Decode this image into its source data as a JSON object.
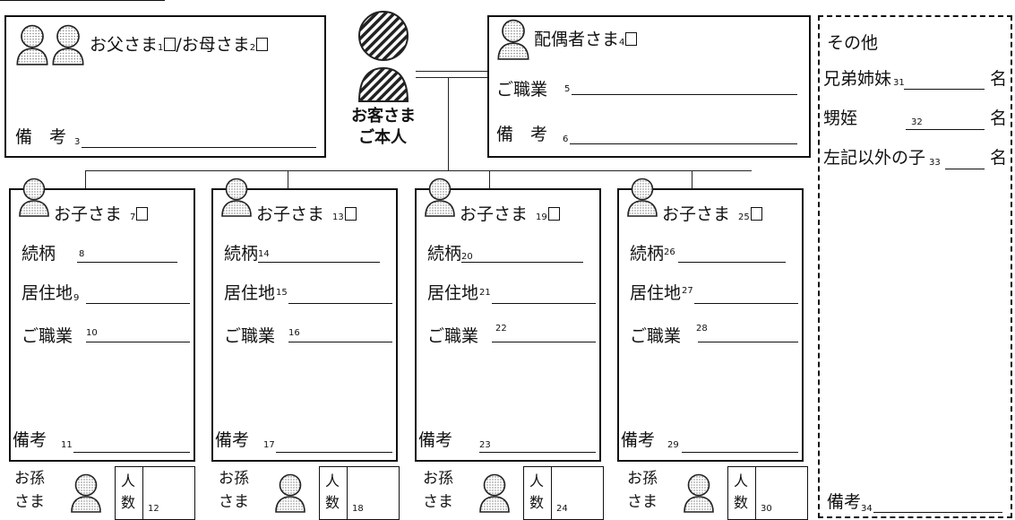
{
  "parents": {
    "title": "お父さま",
    "num1": "1",
    "sep": "/お母さま",
    "num2": "2",
    "remarks_label": "備　考",
    "remarks_num": "3"
  },
  "self": {
    "line1": "お客さま",
    "line2": "ご本人"
  },
  "spouse": {
    "title": "配偶者さま",
    "num": "4",
    "job_label": "ご職業",
    "job_num": "5",
    "remarks_label": "備　考",
    "remarks_num": "6"
  },
  "other": {
    "title": "その他",
    "siblings_label": "兄弟姉妹",
    "siblings_num": "31",
    "nephews_label": "甥姪",
    "nephews_num": "32",
    "others_label": "左記以外の子",
    "others_num": "33",
    "unit": "名",
    "remarks_label": "備考",
    "remarks_num": "34"
  },
  "children": [
    {
      "title": "お子さま",
      "num": "7",
      "rel_label": "続柄",
      "rel_num": "8",
      "res_label": "居住地",
      "res_num": "9",
      "job_label": "ご職業",
      "job_num": "10",
      "remarks_label": "備考",
      "remarks_num": "11",
      "gc_label1": "お孫",
      "gc_label2": "さま",
      "count1": "人",
      "count2": "数",
      "count_num": "12"
    },
    {
      "title": "お子さま",
      "num": "13",
      "rel_label": "続柄",
      "rel_num": "14",
      "res_label": "居住地",
      "res_num": "15",
      "job_label": "ご職業",
      "job_num": "16",
      "remarks_label": "備考",
      "remarks_num": "17",
      "gc_label1": "お孫",
      "gc_label2": "さま",
      "count1": "人",
      "count2": "数",
      "count_num": "18"
    },
    {
      "title": "お子さま",
      "num": "19",
      "rel_label": "続柄",
      "rel_num": "20",
      "res_label": "居住地",
      "res_num": "21",
      "job_label": "ご職業",
      "job_num": "22",
      "remarks_label": "備考",
      "remarks_num": "23",
      "gc_label1": "お孫",
      "gc_label2": "さま",
      "count1": "人",
      "count2": "数",
      "count_num": "24"
    },
    {
      "title": "お子さま",
      "num": "25",
      "rel_label": "続柄",
      "rel_num": "26",
      "res_label": "居住地",
      "res_num": "27",
      "job_label": "ご職業",
      "job_num": "28",
      "remarks_label": "備考",
      "remarks_num": "29",
      "gc_label1": "お孫",
      "gc_label2": "さま",
      "count1": "人",
      "count2": "数",
      "count_num": "30"
    }
  ]
}
